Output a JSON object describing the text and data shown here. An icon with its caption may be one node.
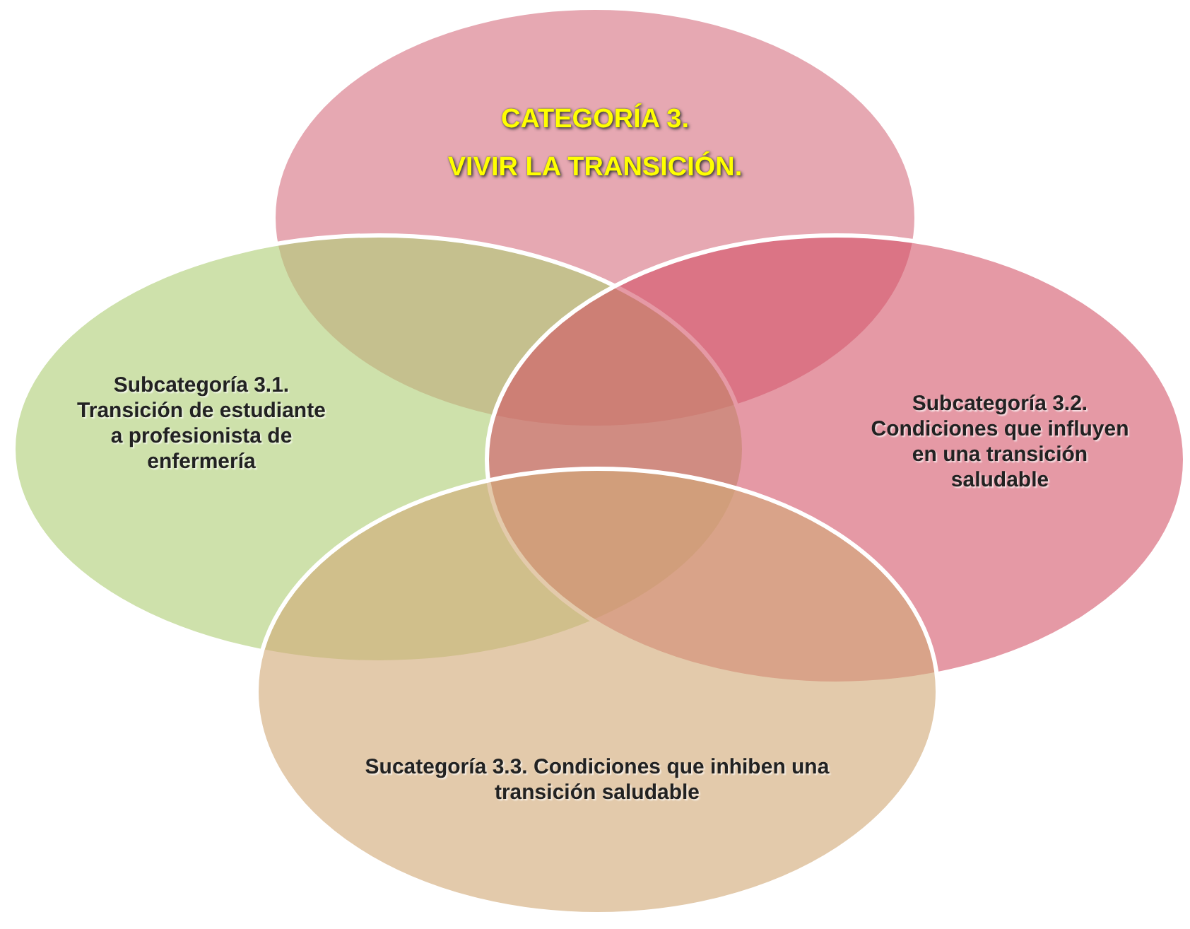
{
  "diagram": {
    "nodes": [
      {
        "text": [
          "CATEGORÍA 3.",
          "VIVIR LA TRANSICIÓN."
        ]
      },
      {
        "text": [
          "Subcategoría 3.1. Transición de estudiante a profesionista de enfermería"
        ]
      },
      {
        "text": [
          "Subcategoría 3.2. Condiciones que influyen en una transición saludable"
        ]
      },
      {
        "text": [
          "Sucategoría 3.3. Condiciones que inhiben una transición saludable"
        ]
      }
    ]
  }
}
